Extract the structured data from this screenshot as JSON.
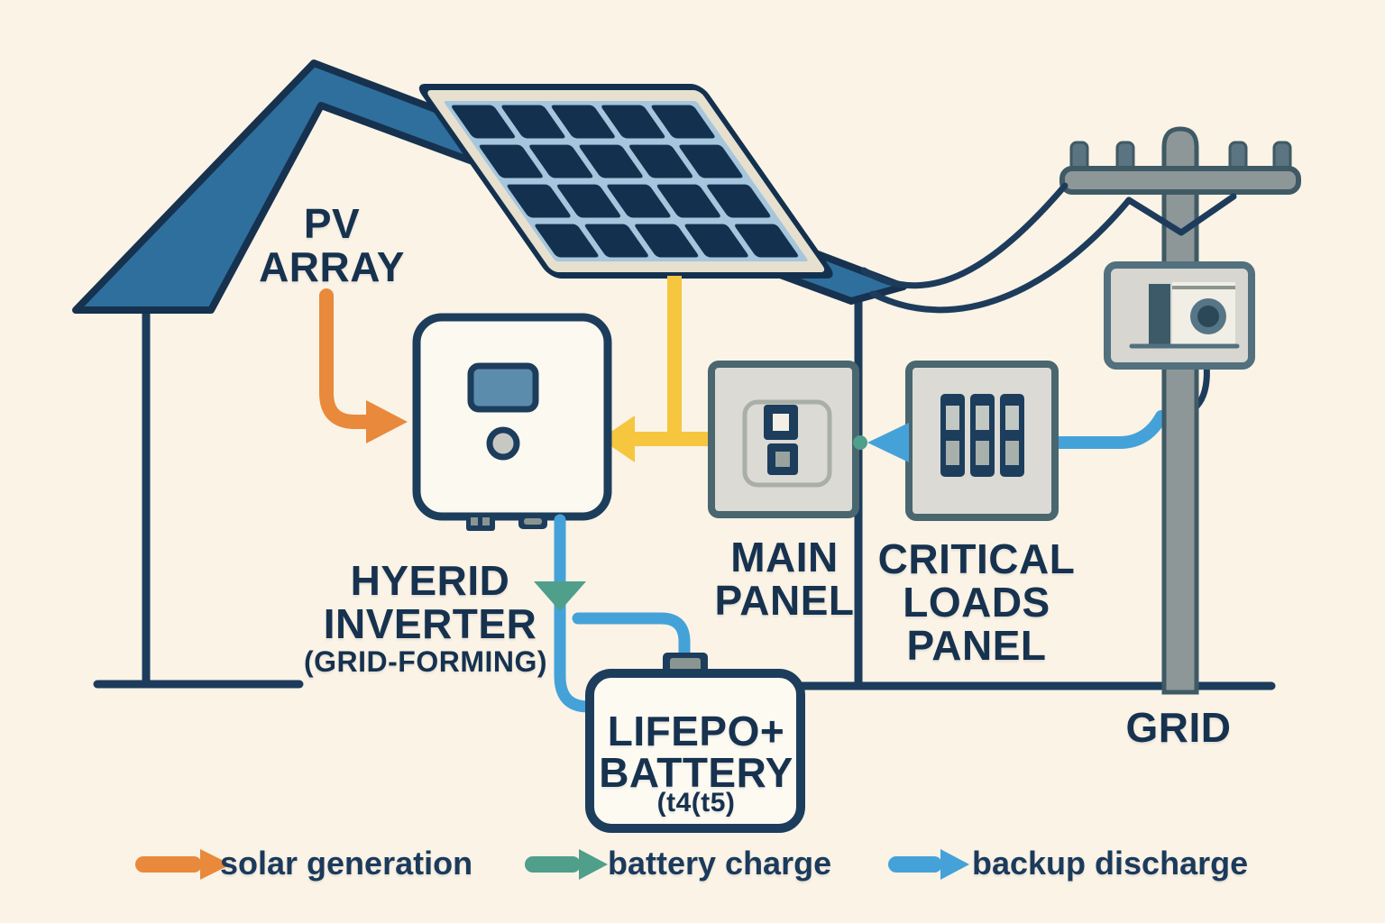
{
  "diagram": {
    "labels": {
      "pv_array": "PV\nARRAY",
      "inverter_title": "HYERID\nINVERTER",
      "inverter_subtitle": "(GRID-FORMING)",
      "main_panel": "MAIN\nPANEL",
      "critical_loads_panel": "CRITICAL\nLOADS\nPANEL",
      "battery_title": "LIFEPO+\nBATTERY",
      "battery_subtitle": "(t4(t5)",
      "grid": "GRID"
    },
    "legend": {
      "items": [
        {
          "label": "solar generation",
          "color": "#e9893b"
        },
        {
          "label": "battery charge",
          "color": "#4f9f8a"
        },
        {
          "label": "backup discharge",
          "color": "#45a2d9"
        }
      ]
    },
    "colors": {
      "background": "#faf3e6",
      "navy_outline": "#1d3c5c",
      "text_navy": "#16324f",
      "roof_blue": "#2e6f9e",
      "solar_cell_navy": "#13314f",
      "solar_frame_cream": "#e7e0ce",
      "solar_grid_lightblue": "#a6c6dd",
      "arrow_orange": "#e9893b",
      "arrow_yellow": "#f6c63f",
      "arrow_blue": "#45a2d9",
      "arrow_teal": "#4f9f8a",
      "panel_gray": "#dbdad4",
      "panel_slate": "#4a666f",
      "pole_gray": "#8d9798",
      "inverter_screen_blue": "#5b8cab"
    }
  }
}
